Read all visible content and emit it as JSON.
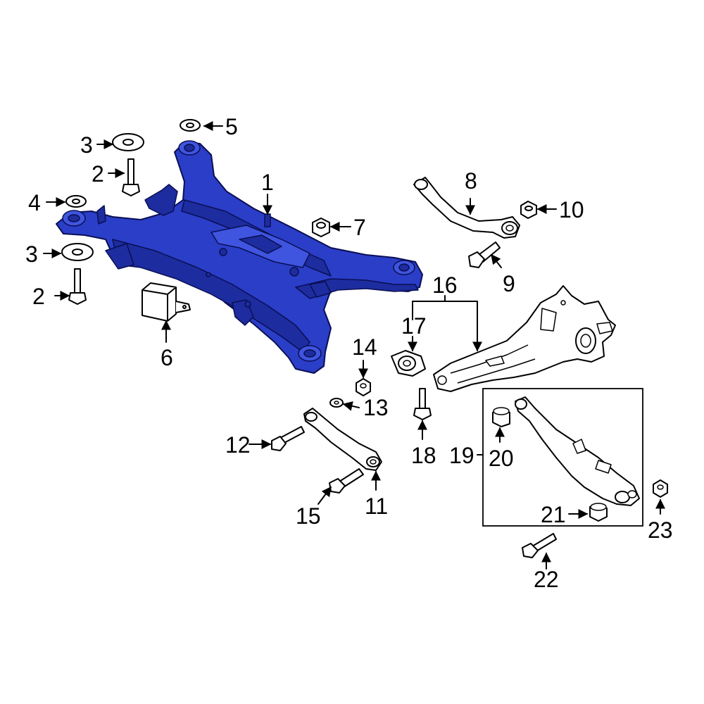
{
  "diagram": {
    "highlight_color": "#2a3ec8",
    "callouts": [
      {
        "id": "c1",
        "label": "1"
      },
      {
        "id": "c2a",
        "label": "2"
      },
      {
        "id": "c2b",
        "label": "2"
      },
      {
        "id": "c3a",
        "label": "3"
      },
      {
        "id": "c3b",
        "label": "3"
      },
      {
        "id": "c4",
        "label": "4"
      },
      {
        "id": "c5",
        "label": "5"
      },
      {
        "id": "c6",
        "label": "6"
      },
      {
        "id": "c7",
        "label": "7"
      },
      {
        "id": "c8",
        "label": "8"
      },
      {
        "id": "c9",
        "label": "9"
      },
      {
        "id": "c10",
        "label": "10"
      },
      {
        "id": "c11",
        "label": "11"
      },
      {
        "id": "c12",
        "label": "12"
      },
      {
        "id": "c13",
        "label": "13"
      },
      {
        "id": "c14",
        "label": "14"
      },
      {
        "id": "c15",
        "label": "15"
      },
      {
        "id": "c16",
        "label": "16"
      },
      {
        "id": "c17",
        "label": "17"
      },
      {
        "id": "c18",
        "label": "18"
      },
      {
        "id": "c19",
        "label": "19"
      },
      {
        "id": "c20",
        "label": "20"
      },
      {
        "id": "c21",
        "label": "21"
      },
      {
        "id": "c22",
        "label": "22"
      },
      {
        "id": "c23",
        "label": "23"
      }
    ]
  }
}
